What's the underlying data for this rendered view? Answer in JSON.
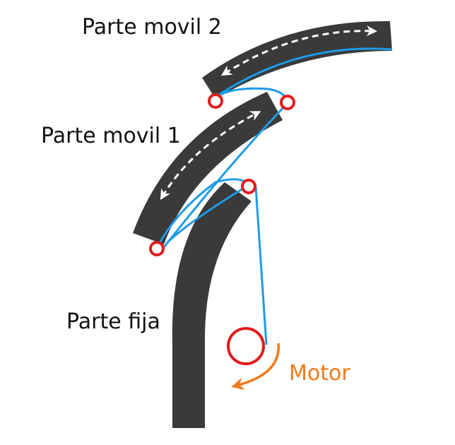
{
  "labels": {
    "part_mobile_2": "Parte movil 2",
    "part_mobile_1": "Parte movil 1",
    "part_fixed": "Parte fija",
    "motor": "Motor"
  },
  "colors": {
    "segment": "#3a3a3a",
    "cable": "#1e9be8",
    "pulley": "#e31b1b",
    "motor_arrow": "#f07a1a",
    "arrow": "#ffffff",
    "text": "#111111"
  },
  "icons": {
    "pulley": "circle-outline",
    "motor_rotation": "curved-arrow-counterclockwise",
    "travel": "dashed-double-arrow"
  }
}
